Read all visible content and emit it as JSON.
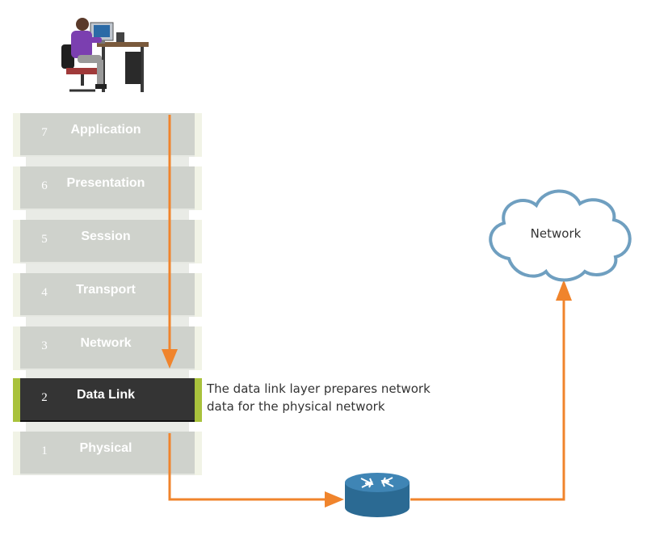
{
  "layers": [
    {
      "num": "7",
      "name": "Application"
    },
    {
      "num": "6",
      "name": "Presentation"
    },
    {
      "num": "5",
      "name": "Session"
    },
    {
      "num": "4",
      "name": "Transport"
    },
    {
      "num": "3",
      "name": "Network"
    },
    {
      "num": "2",
      "name": "Data Link"
    },
    {
      "num": "1",
      "name": "Physical"
    }
  ],
  "active_layer": "Data Link",
  "description": {
    "line1": "The data link layer prepares network",
    "line2": "data for the physical network"
  },
  "cloud": {
    "label": "Network"
  },
  "colors": {
    "arrow": "#f0842c",
    "layer_inactive": "#cfd2cc",
    "layer_active": "#343434",
    "active_edge": "#a9c23c",
    "router": "#2f6e97",
    "cloud_stroke": "#6f9fc0"
  },
  "icons": {
    "user": "person-at-computer-icon",
    "router": "router-icon",
    "cloud": "network-cloud-icon"
  }
}
